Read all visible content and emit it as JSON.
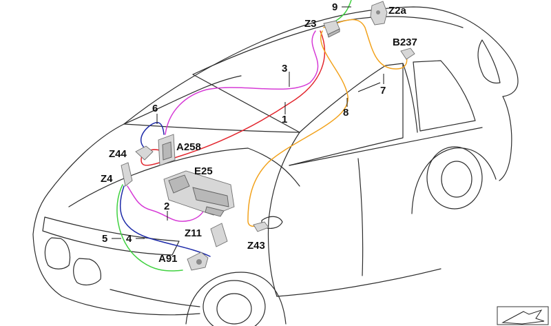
{
  "labels": {
    "l9": "9",
    "z2a": "Z2a",
    "z3": "Z3",
    "b237": "B237",
    "l3": "3",
    "l7": "7",
    "l1": "1",
    "l8": "8",
    "l6": "6",
    "z44": "Z44",
    "a258": "A258",
    "e25": "E25",
    "z4": "Z4",
    "l2": "2",
    "z11": "Z11",
    "l5": "5",
    "l4": "4",
    "z43": "Z43",
    "a91": "A91"
  },
  "colors": {
    "wire_1": "#e2262e",
    "wire_2": "#d63ad6",
    "wire_3": "#d63ad6",
    "wire_4": "#1d2aa8",
    "wire_5": "#3fd13f",
    "wire_6": "#1d2aa8",
    "wire_7": "#f2a21c",
    "wire_8": "#f2a21c",
    "wire_9": "#3fd13f"
  }
}
